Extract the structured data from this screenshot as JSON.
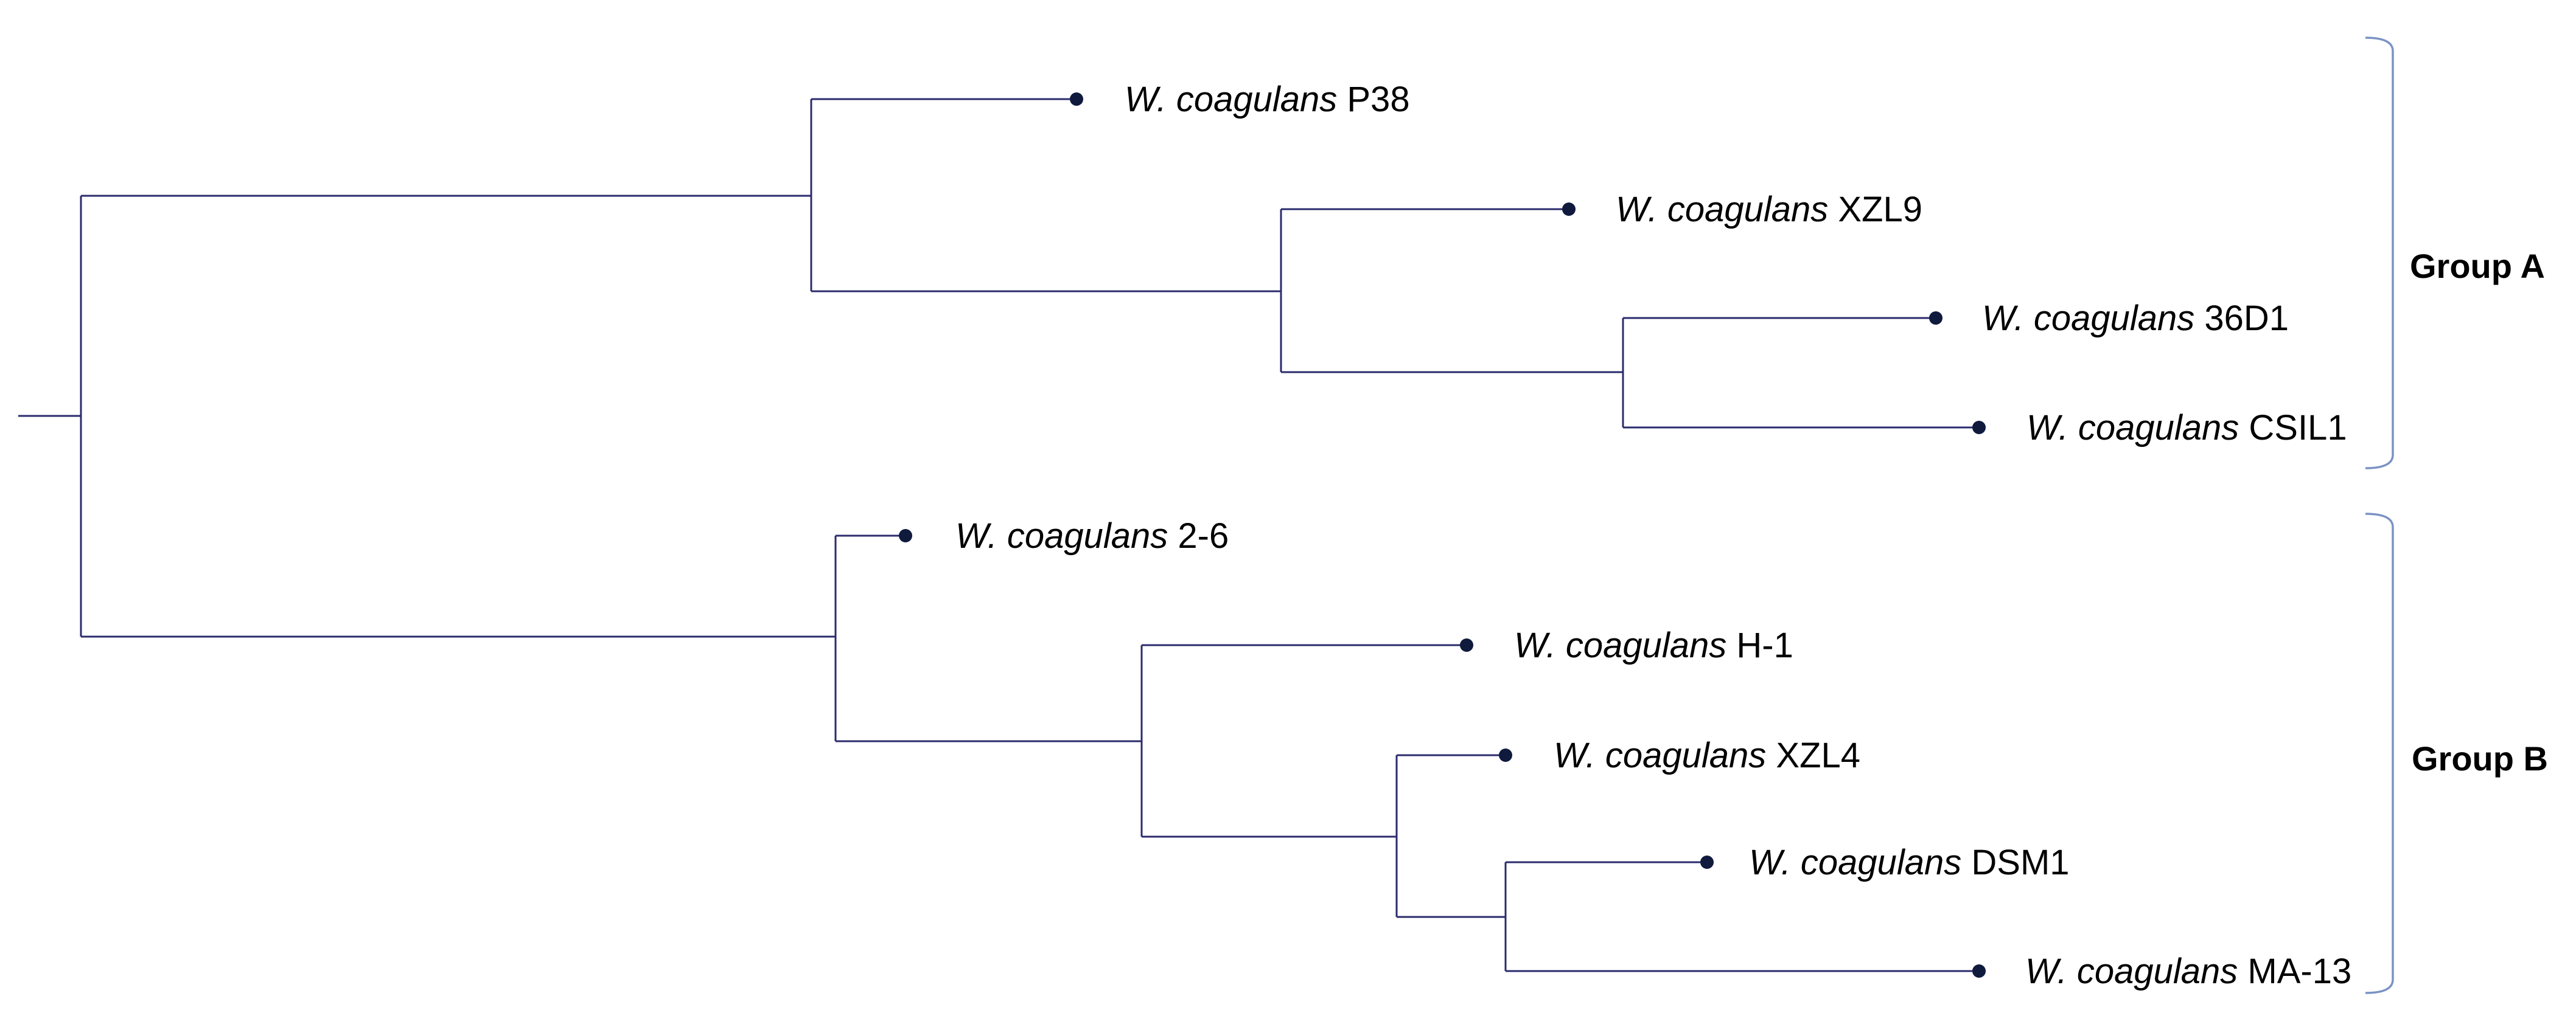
{
  "colors": {
    "branch_line": "#2b2b6e",
    "tip_dot": "#0f1a3d",
    "group_bracket": "#7b93c4",
    "text": "#000000"
  },
  "tree": {
    "tips": [
      {
        "species": "W. coagulans",
        "strain": "P38"
      },
      {
        "species": "W. coagulans",
        "strain": "XZL9"
      },
      {
        "species": "W. coagulans",
        "strain": "36D1"
      },
      {
        "species": "W. coagulans",
        "strain": "CSIL1"
      },
      {
        "species": "W. coagulans",
        "strain": "2-6"
      },
      {
        "species": "W. coagulans",
        "strain": "H-1"
      },
      {
        "species": "W. coagulans",
        "strain": "XZL4"
      },
      {
        "species": "W. coagulans",
        "strain": "DSM1"
      },
      {
        "species": "W. coagulans",
        "strain": "MA-13"
      }
    ],
    "newick": "((P38,(XZL9,(36D1,CSIL1))),(2-6,(H-1,(XZL4,(DSM1,MA-13)))));"
  },
  "groups": [
    {
      "label": "Group A",
      "members": [
        "P38",
        "XZL9",
        "36D1",
        "CSIL1"
      ]
    },
    {
      "label": "Group B",
      "members": [
        "2-6",
        "H-1",
        "XZL4",
        "DSM1",
        "MA-13"
      ]
    }
  ]
}
